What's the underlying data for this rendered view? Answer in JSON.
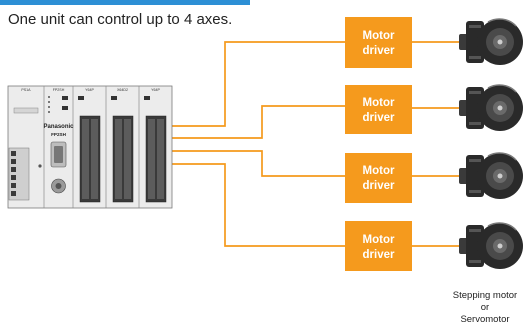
{
  "caption": "One unit can control up to 4 axes.",
  "plc": {
    "brand": "Panasonic",
    "model": "FP2SH",
    "module_labels": [
      "PS1A",
      "FP2SH",
      "Y64P",
      "X64D2",
      "Y64P"
    ]
  },
  "drivers": [
    {
      "line1": "Motor",
      "line2": "driver"
    },
    {
      "line1": "Motor",
      "line2": "driver"
    },
    {
      "line1": "Motor",
      "line2": "driver"
    },
    {
      "line1": "Motor",
      "line2": "driver"
    }
  ],
  "motor_caption": {
    "line1": "Stepping motor",
    "line2": "or",
    "line3": "Servomotor"
  },
  "colors": {
    "accent": "#f59a1d",
    "title_bar": "#2d8fd5",
    "plc_body": "#ececec",
    "motor": "#2a2a2a"
  }
}
